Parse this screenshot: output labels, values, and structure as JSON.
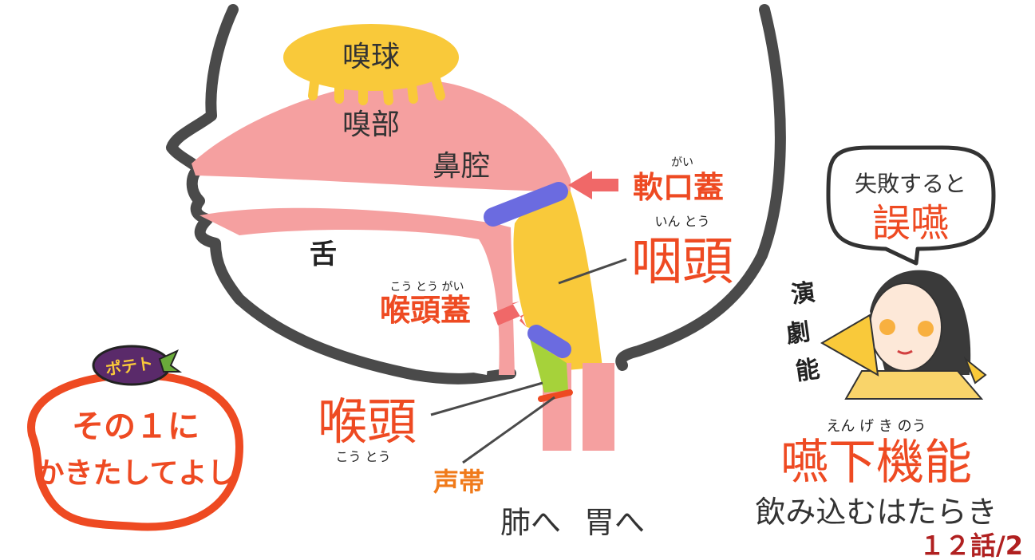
{
  "anatomy": {
    "olfactory_bulb": "嗅球",
    "olfactory_region": "嗅部",
    "nasal_cavity": "鼻腔",
    "tongue": "舌"
  },
  "labels": {
    "soft_palate": {
      "text": "軟口蓋",
      "ruby": "がい"
    },
    "pharynx": {
      "text": "咽頭",
      "ruby": "いん とう"
    },
    "epiglottis": {
      "text": "喉頭蓋",
      "ruby": "こう とう がい"
    },
    "larynx": {
      "text": "喉頭",
      "ruby": "こう とう"
    },
    "vocal_cords": {
      "text": "声帯"
    },
    "to_lungs": "肺へ",
    "to_stomach": "胃へ"
  },
  "speech_bubble": {
    "line1": "失敗すると",
    "line2": "誤嚥"
  },
  "title": {
    "main": "嚥下機能",
    "ruby": "えん げ き のう",
    "subtitle": "飲み込むはたらき",
    "episode": "１２話/2"
  },
  "vertical_tag": "演劇能",
  "badge": {
    "brand": "ポテト",
    "line1": "その１に",
    "line2": "かきたしてよし"
  },
  "colors": {
    "outline": "#4a4a4a",
    "pink": "#f5a0a0",
    "yellow": "#f9c93a",
    "blue": "#6b6be0",
    "green": "#a6d23a",
    "red": "#ee4a22",
    "coral": "#f06868",
    "accent_text": "#ee4a22"
  }
}
